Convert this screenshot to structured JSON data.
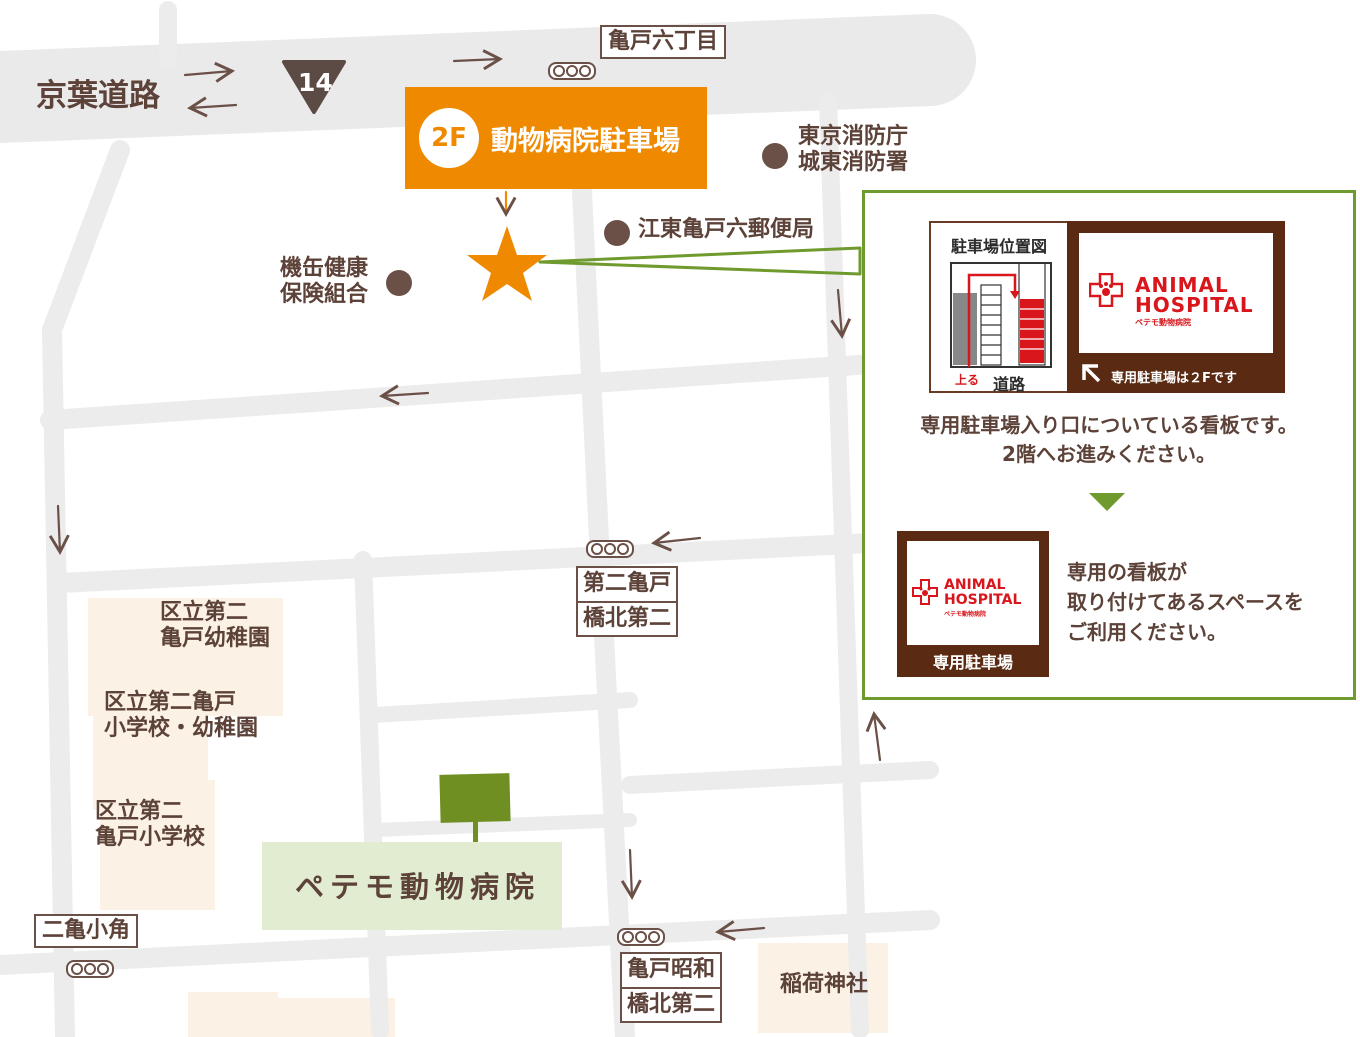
{
  "map": {
    "expressway": "京葉道路",
    "route_number": "14",
    "parking": {
      "floor": "2F",
      "label": "動物病院駐車場"
    },
    "landmarks": {
      "fire_dept": [
        "東京消防庁",
        "城東消防署"
      ],
      "post_office": "江東亀戸六郵便局",
      "health_insurance": [
        "機缶健康",
        "保険組合"
      ],
      "kindergarten": [
        "区立第二",
        "亀戸幼稚園"
      ],
      "school_kinder": [
        "区立第二亀戸",
        "小学校・幼稚園"
      ],
      "elementary": [
        "区立第二",
        "亀戸小学校"
      ],
      "shrine": "稲荷神社"
    },
    "intersections": {
      "kameido6": "亀戸六丁目",
      "daini_kameido": [
        "第二亀戸",
        "橋北第二"
      ],
      "kameido_showa": [
        "亀戸昭和",
        "橋北第二"
      ],
      "nikame_shokaku": "二亀小角"
    },
    "hospital": "ペテモ動物病院"
  },
  "info_panel": {
    "sign": {
      "map_title": "駐車場位置図",
      "up_label": "上る",
      "road_label": "道路",
      "brand_line1": "ANIMAL",
      "brand_line2": "HOSPITAL",
      "brand_sub": "ペテモ動物病院",
      "parking_note": "専用駐車場は２Fです"
    },
    "description": [
      "専用駐車場入り口についている看板です。",
      "2階へお進みください。"
    ],
    "small_sign": {
      "brand_line1": "ANIMAL",
      "brand_line2": "HOSPITAL",
      "brand_sub": "ペテモ動物病院",
      "footer": "専用駐車場"
    },
    "note": [
      "専用の看板が",
      "取り付けてあるスペースを",
      "ご利用ください。"
    ]
  },
  "colors": {
    "road": "#ededed",
    "accent_orange": "#ef8a00",
    "panel_border": "#6f9a2e",
    "brand_brown": "#5a2a12",
    "brand_red": "#d8161b",
    "text_brown": "#5c4238",
    "hospital_fill": "#e2ecd0",
    "facility_fill": "#fbf1e4"
  }
}
